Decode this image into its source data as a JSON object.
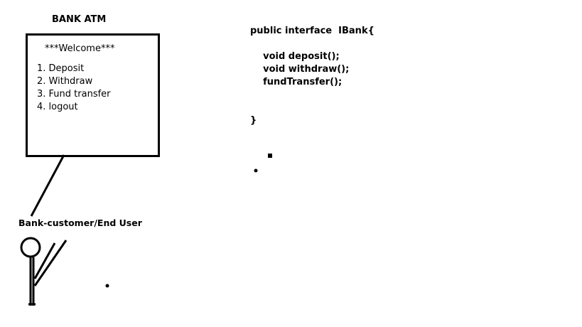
{
  "atm": {
    "title": "BANK ATM",
    "welcome": "***Welcome***",
    "menu": [
      "1. Deposit",
      "2. Withdraw",
      "3. Fund transfer",
      "4. logout"
    ]
  },
  "actor": {
    "label": "Bank-customer/End User"
  },
  "code": {
    "lines": [
      "public interface  IBank{",
      "",
      "    void deposit();",
      "    void withdraw();",
      "    fundTransfer();",
      "",
      "",
      "}"
    ]
  }
}
